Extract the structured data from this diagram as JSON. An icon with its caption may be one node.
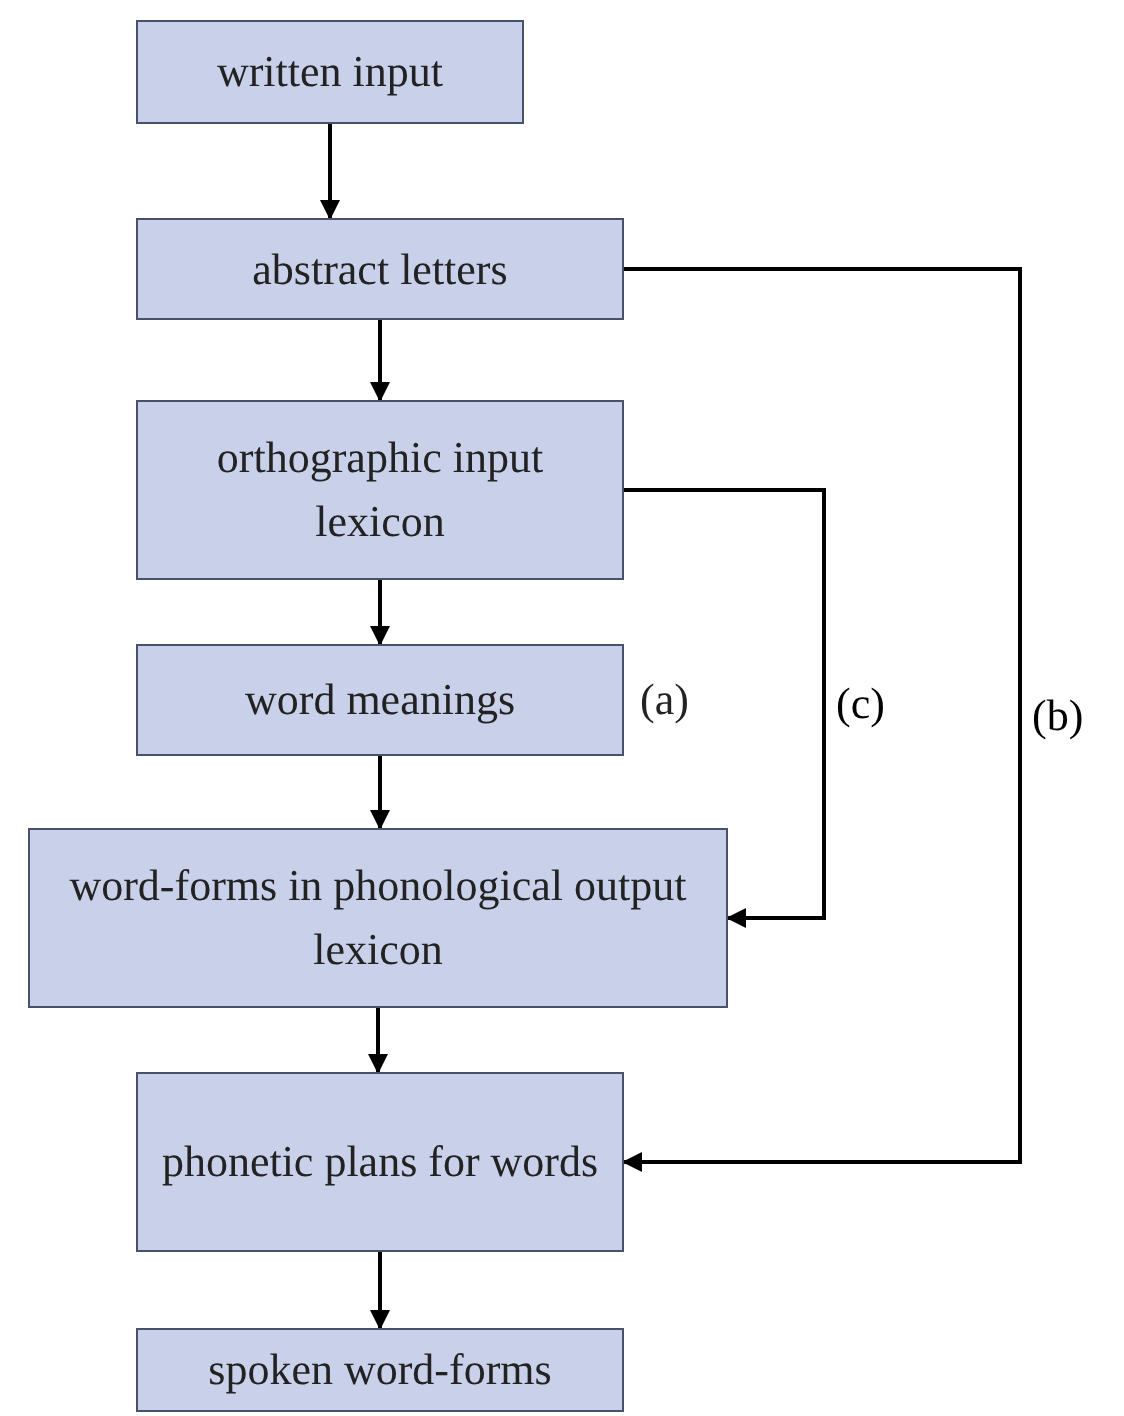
{
  "diagram": {
    "nodes": [
      {
        "text": [
          "written input"
        ]
      },
      {
        "text": [
          "abstract letters"
        ]
      },
      {
        "text": [
          "orthographic input lexicon"
        ]
      },
      {
        "text": [
          "word meanings"
        ],
        "beside": [
          "(a)"
        ]
      },
      {
        "text": [
          "word-forms in phonological output lexicon"
        ]
      },
      {
        "text": [
          "phonetic plans for words"
        ]
      },
      {
        "text": [
          "spoken word-forms"
        ]
      }
    ],
    "edges": [
      {
        "from": 0,
        "to": 1,
        "arrow": "to"
      },
      {
        "from": 1,
        "to": 2,
        "arrow": "to"
      },
      {
        "from": 2,
        "to": 3,
        "arrow": "to"
      },
      {
        "from": 3,
        "to": 4,
        "arrow": "to"
      },
      {
        "from": 4,
        "to": 5,
        "arrow": "to"
      },
      {
        "from": 5,
        "to": 6,
        "arrow": "to"
      },
      {
        "from": 2,
        "to": 4,
        "arrow": "to",
        "label": "(c)"
      },
      {
        "from": 1,
        "to": 5,
        "arrow": "to",
        "label": "(b)"
      }
    ]
  }
}
